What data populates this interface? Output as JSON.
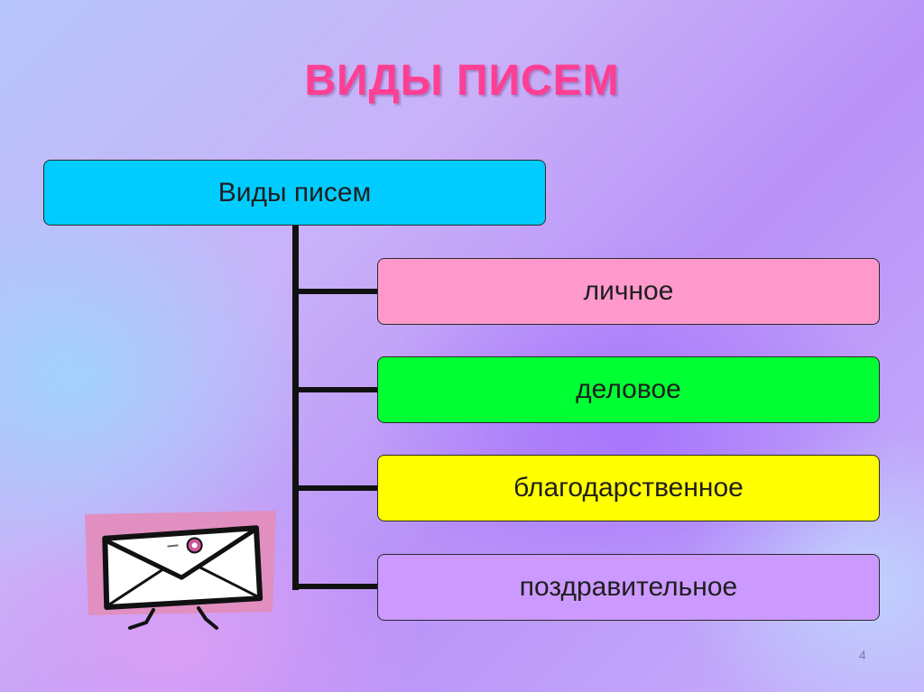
{
  "slide": {
    "title": "ВИДЫ ПИСЕМ",
    "page_number": "4"
  },
  "diagram": {
    "root": "Виды писем",
    "children": [
      {
        "label": "личное",
        "color": "#ff99cc"
      },
      {
        "label": "деловое",
        "color": "#00ff33"
      },
      {
        "label": "благодарственное",
        "color": "#ffff00"
      },
      {
        "label": "поздравительное",
        "color": "#cc99ff"
      }
    ],
    "root_color": "#00ccff",
    "title_color": "#ff3f93"
  },
  "decoration": {
    "icon": "walking-envelope-icon"
  }
}
